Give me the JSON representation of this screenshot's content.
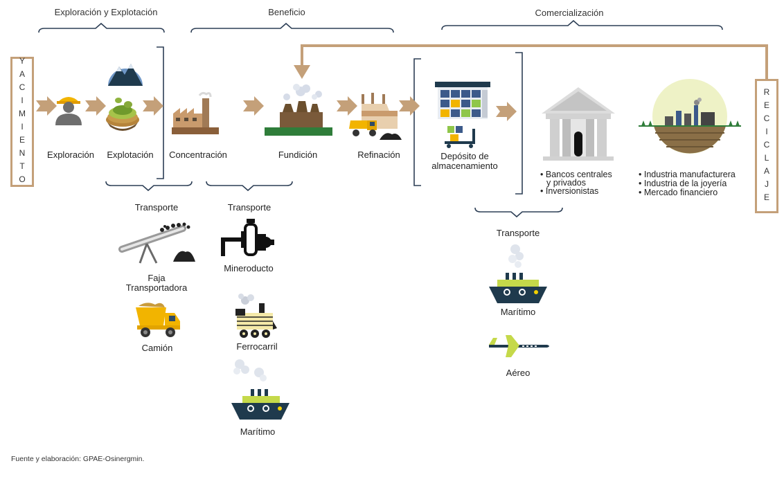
{
  "headers": {
    "exploracion_explotacion": "Exploración y Explotación",
    "beneficio": "Beneficio",
    "comercializacion": "Comercialización"
  },
  "side_boxes": {
    "yacimiento": "YACIMIENTO",
    "reciclaje": "RECICLAJE"
  },
  "stages": {
    "exploracion": "Exploración",
    "explotacion": "Explotación",
    "concentracion": "Concentración",
    "fundicion": "Fundición",
    "refinacion": "Refinación",
    "deposito_line1": "Depósito de",
    "deposito_line2": "almacenamiento"
  },
  "commerce": {
    "bancos_line1": "Bancos centrales",
    "bancos_line2": "y privados",
    "inversionistas": "Inversionistas",
    "industries": [
      "Industria manufacturera",
      "Industria de la joyería",
      "Mercado financiero"
    ]
  },
  "transport": {
    "label": "Transporte",
    "faja_line1": "Faja",
    "faja_line2": "Transportadora",
    "camion": "Camión",
    "mineroducto": "Mineroducto",
    "ferrocarril": "Ferrocarril",
    "maritimo": "Marítimo",
    "aereo": "Aéreo"
  },
  "source": "Fuente y elaboración: GPAE-Osinergmin.",
  "colors": {
    "arrow": "#c4a079",
    "navy": "#1f3a4d",
    "lime": "#c5d94a",
    "green": "#2f7d3a",
    "brace": "#2c3e55"
  }
}
